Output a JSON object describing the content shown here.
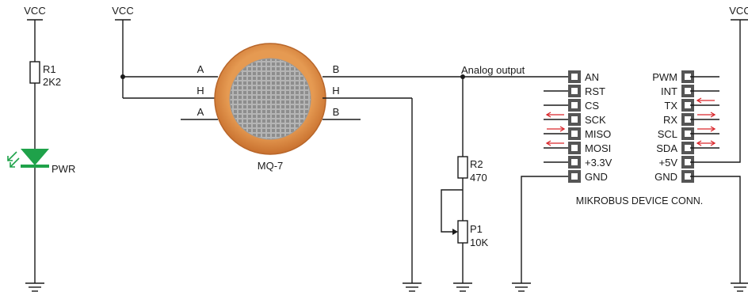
{
  "labels": {
    "vcc_left": "VCC",
    "vcc_mid": "VCC",
    "vcc_right": "VCC",
    "r1_name": "R1",
    "r1_value": "2K2",
    "led_label": "PWR",
    "sensor_pin_a_left": "A",
    "sensor_pin_h_left": "H",
    "sensor_pin_a_left2": "A",
    "sensor_pin_b_right": "B",
    "sensor_pin_h_right": "H",
    "sensor_pin_b_right2": "B",
    "sensor_name": "MQ-7",
    "analog_output": "Analog output",
    "r2_name": "R2",
    "r2_value": "470",
    "p1_name": "P1",
    "p1_value": "10K",
    "connector_title": "MIKROBUS DEVICE CONN."
  },
  "connector": {
    "left_pins": [
      "AN",
      "RST",
      "CS",
      "SCK",
      "MISO",
      "MOSI",
      "+3.3V",
      "GND"
    ],
    "right_pins": [
      "PWM",
      "INT",
      "TX",
      "RX",
      "SCL",
      "SDA",
      "+5V",
      "GND"
    ]
  },
  "colors": {
    "wire": "#1a1a1a",
    "sensor_ring": "#d8843f",
    "sensor_mesh": "#a5a5a5",
    "led": "#1fa24a",
    "arrow": "#d9262b",
    "pin": "#555555"
  }
}
